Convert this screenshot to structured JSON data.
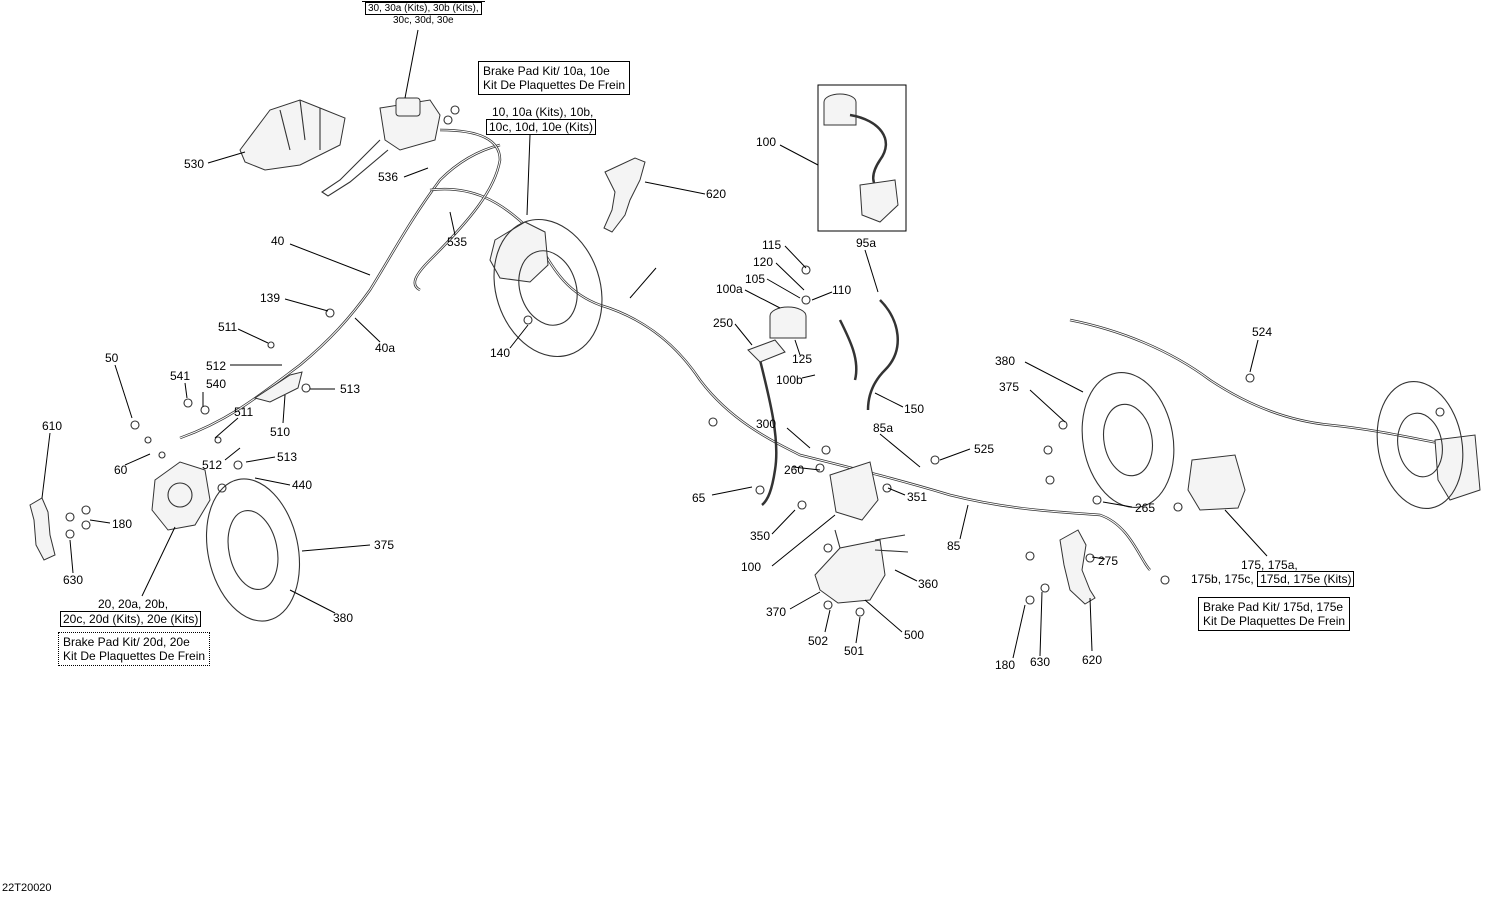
{
  "diagram_id": "22T20020",
  "callouts": [
    "530",
    "536",
    "535",
    "40",
    "139",
    "511",
    "512",
    "541",
    "540",
    "50",
    "60",
    "610",
    "180",
    "630",
    "513",
    "510",
    "511",
    "512",
    "513",
    "440",
    "375",
    "380",
    "40a",
    "140",
    "620",
    "100",
    "115",
    "120",
    "105",
    "110",
    "100a",
    "250",
    "125",
    "100b",
    "95a",
    "150",
    "300",
    "260",
    "65",
    "350",
    "100",
    "85a",
    "351",
    "525",
    "85",
    "265",
    "275",
    "360",
    "370",
    "502",
    "501",
    "500",
    "180",
    "630",
    "620",
    "524",
    "380",
    "375"
  ],
  "boxes": {
    "master_cyl": {
      "lines": [
        "30, 30a (Kits), 30b (Kits),",
        "30c, 30d, 30e"
      ]
    },
    "brake_pad_front": {
      "lines": [
        "Brake Pad Kit/ 10a, 10e",
        "Kit De Plaquettes De Frein"
      ]
    },
    "caliper_front": {
      "line1": "10, 10a (Kits), 10b,",
      "line2": "10c, 10d, 10e (Kits)"
    },
    "caliper_left": {
      "line1": "20, 20a, 20b,",
      "line2": "20c, 20d (Kits), 20e (Kits)"
    },
    "brake_pad_left": {
      "lines": [
        "Brake Pad Kit/ 20d, 20e",
        "Kit De Plaquettes De Frein"
      ]
    },
    "caliper_right": {
      "line1": "175, 175a,",
      "line2a": "175b, 175c,",
      "line2b": "175d, 175e (Kits)"
    },
    "brake_pad_right": {
      "lines": [
        "Brake Pad Kit/ 175d, 175e",
        "Kit De Plaquettes De Frein"
      ]
    }
  }
}
